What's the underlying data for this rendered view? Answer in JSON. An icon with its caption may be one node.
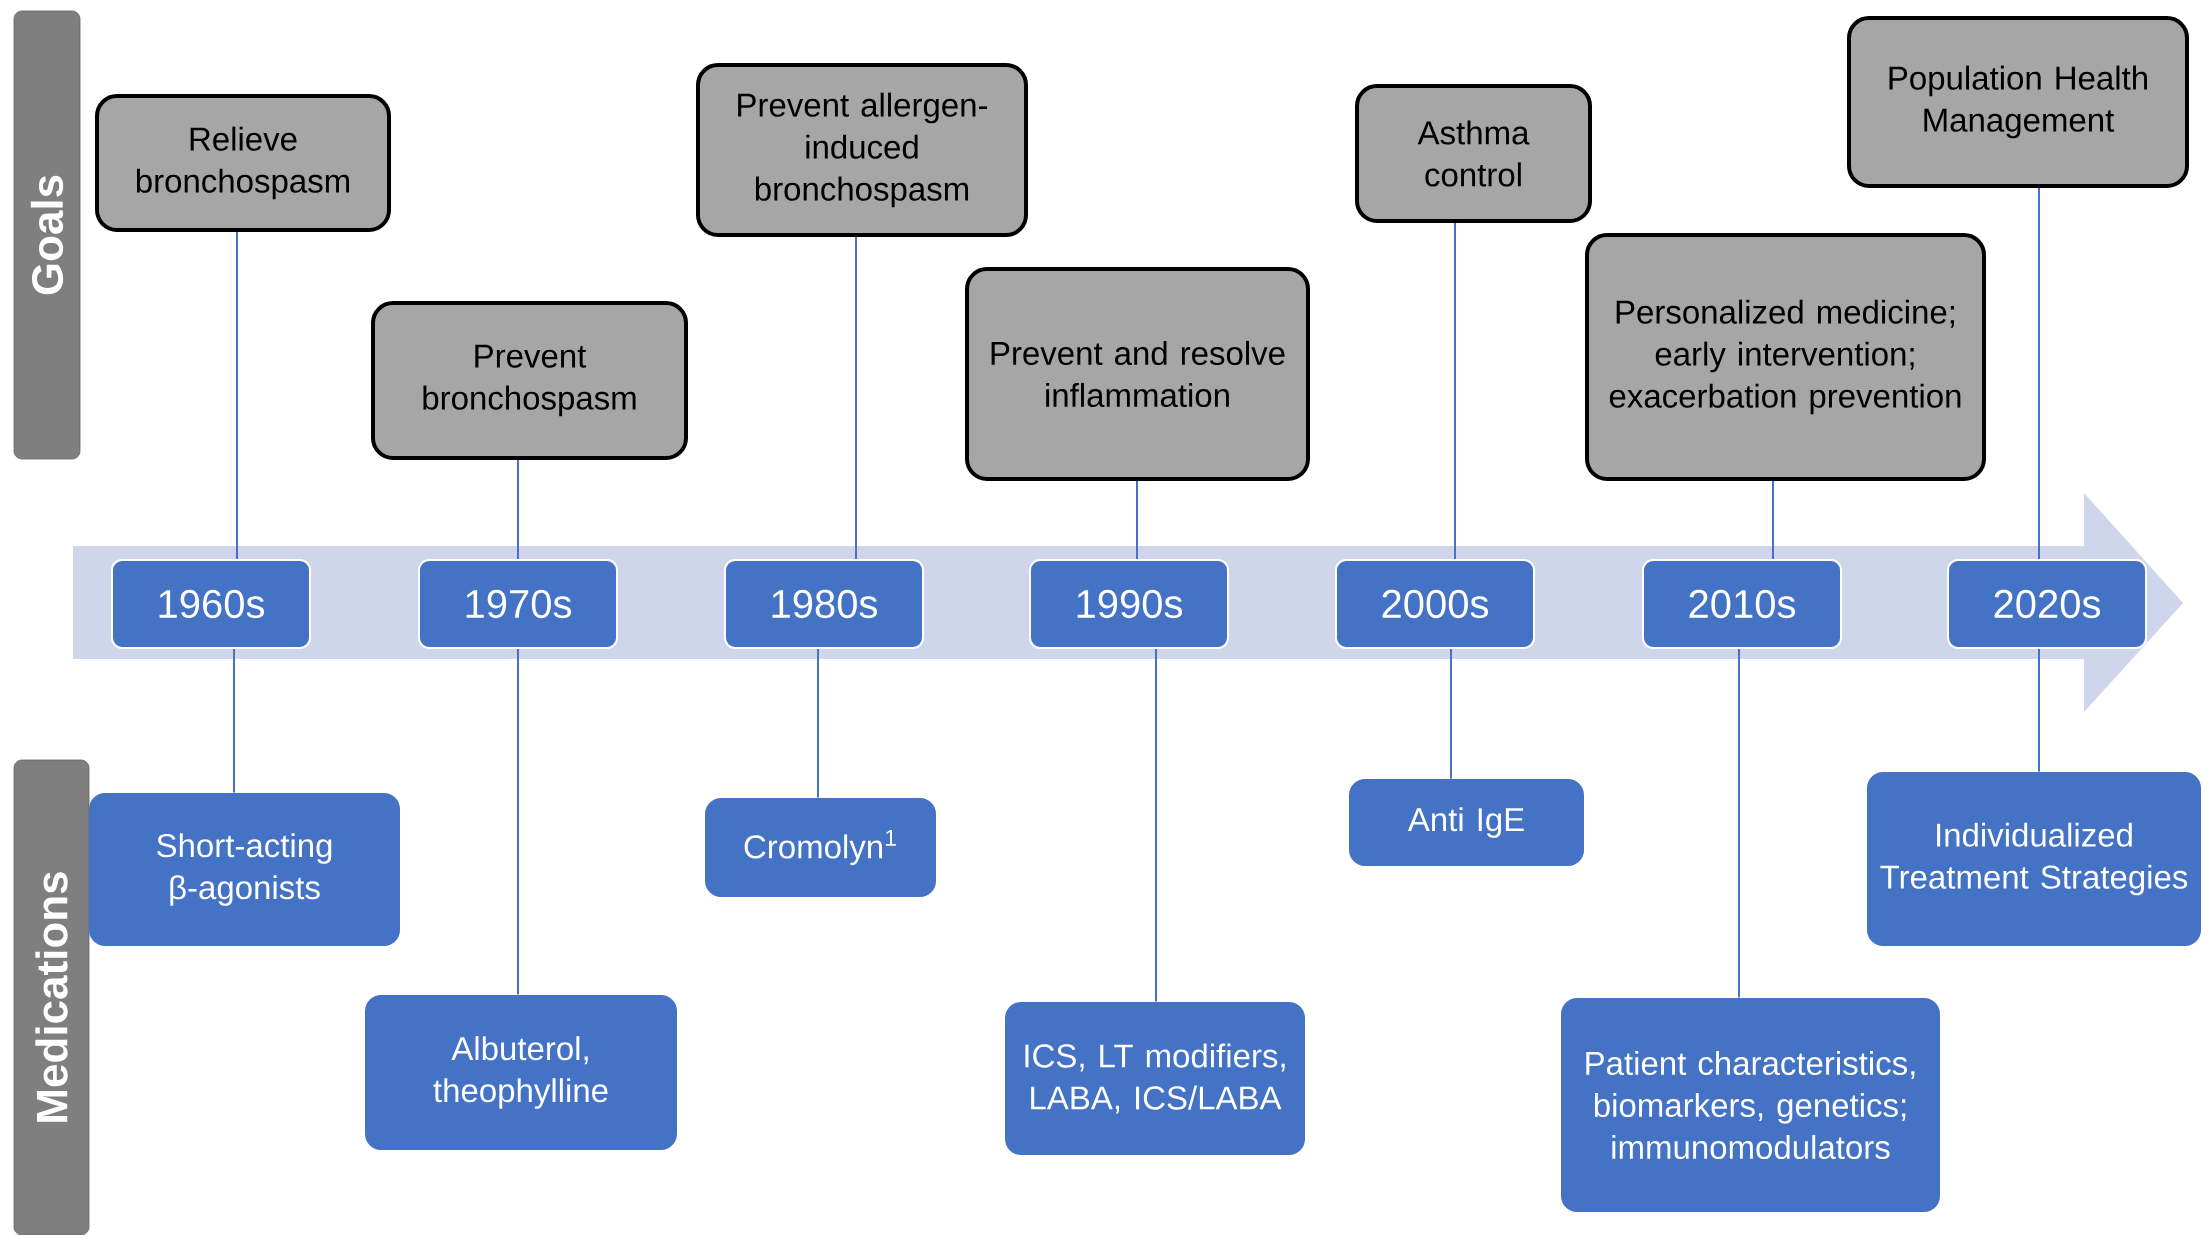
{
  "diagram": {
    "nodes": [
      {
        "text": [
          "Goals"
        ]
      },
      {
        "text": [
          "Relieve bronchospasm"
        ]
      },
      {
        "text": [
          "Prevent bronchospasm"
        ]
      },
      {
        "text": [
          "Prevent allergen-induced bronchospasm"
        ]
      },
      {
        "text": [
          "Prevent and resolve inflammation"
        ]
      },
      {
        "text": [
          "Asthma control"
        ]
      },
      {
        "text": [
          "Personalized medicine; early intervention; exacerbation prevention"
        ]
      },
      {
        "text": [
          "Population Health Management"
        ]
      },
      {
        "text": [],
        "shape": "arrow"
      },
      {
        "text": [
          "1960s"
        ],
        "in": 8
      },
      {
        "text": [
          "1970s"
        ],
        "in": 8
      },
      {
        "text": [
          "1980s"
        ],
        "in": 8
      },
      {
        "text": [
          "1990s"
        ],
        "in": 8
      },
      {
        "text": [
          "2000s"
        ],
        "in": 8
      },
      {
        "text": [
          "2010s"
        ],
        "in": 8
      },
      {
        "text": [
          "2020s"
        ],
        "in": 8
      },
      {
        "text": [
          "Medications"
        ]
      },
      {
        "text": [
          "Short-acting β-agonists"
        ]
      },
      {
        "text": [
          "Albuterol, theophylline"
        ]
      },
      {
        "text": [
          "Cromolyn$^{1}$"
        ]
      },
      {
        "text": [
          "ICS, LT modifiers, LABA, ICS/LABA"
        ]
      },
      {
        "text": [
          "Anti IgE"
        ]
      },
      {
        "text": [
          "Patient characteristics, biomarkers, genetics; immunomodulators"
        ]
      },
      {
        "text": [
          "Individualized Treatment Strategies"
        ]
      }
    ],
    "edges": [
      {
        "from": 1,
        "to": 9,
        "arrow": "none"
      },
      {
        "from": 2,
        "to": 10,
        "arrow": "none"
      },
      {
        "from": 3,
        "to": 11,
        "arrow": "none"
      },
      {
        "from": 4,
        "to": 12,
        "arrow": "none"
      },
      {
        "from": 5,
        "to": 13,
        "arrow": "none"
      },
      {
        "from": 6,
        "to": 14,
        "arrow": "none"
      },
      {
        "from": 7,
        "to": 15,
        "arrow": "none"
      },
      {
        "from": 9,
        "to": 17,
        "arrow": "none"
      },
      {
        "from": 10,
        "to": 18,
        "arrow": "none"
      },
      {
        "from": 11,
        "to": 19,
        "arrow": "none"
      },
      {
        "from": 12,
        "to": 20,
        "arrow": "none"
      },
      {
        "from": 13,
        "to": 21,
        "arrow": "none"
      },
      {
        "from": 14,
        "to": 22,
        "arrow": "none"
      },
      {
        "from": 15,
        "to": 23,
        "arrow": "none"
      }
    ]
  }
}
